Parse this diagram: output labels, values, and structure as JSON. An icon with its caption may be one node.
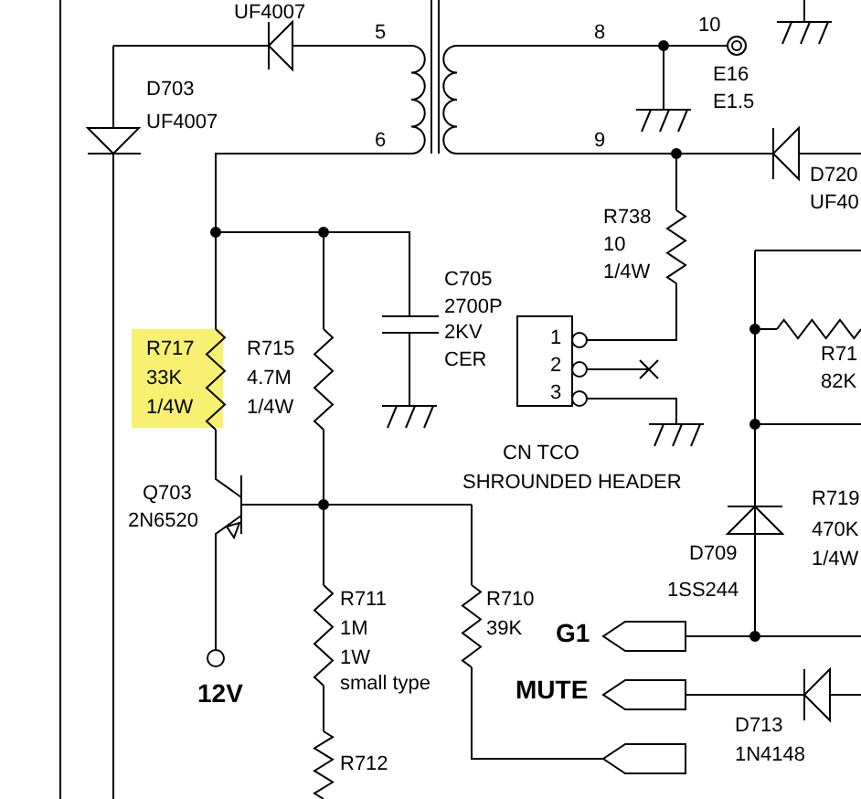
{
  "diagram": {
    "labels": [
      "UF4007",
      "5",
      "8",
      "10",
      "E16",
      "E1.5",
      "D703",
      "UF4007",
      "6",
      "9",
      "D720",
      "UF40",
      "R738",
      "10",
      "1/4W",
      "C705",
      "2700P",
      "2KV",
      "CER",
      "R717",
      "33K",
      "1/4W",
      "R715",
      "4.7M",
      "1/4W",
      "1",
      "2",
      "3",
      "R71",
      "82K",
      "CN TCO",
      "SHROUNDED HEADER",
      "Q703",
      "2N6520",
      "R719",
      "470K",
      "D709",
      "1/4W",
      "1SS244",
      "R711",
      "1M",
      "1W",
      "small type",
      "R710",
      "39K",
      "G1",
      "12V",
      "MUTE",
      "D713",
      "1N4148",
      "R712"
    ]
  }
}
